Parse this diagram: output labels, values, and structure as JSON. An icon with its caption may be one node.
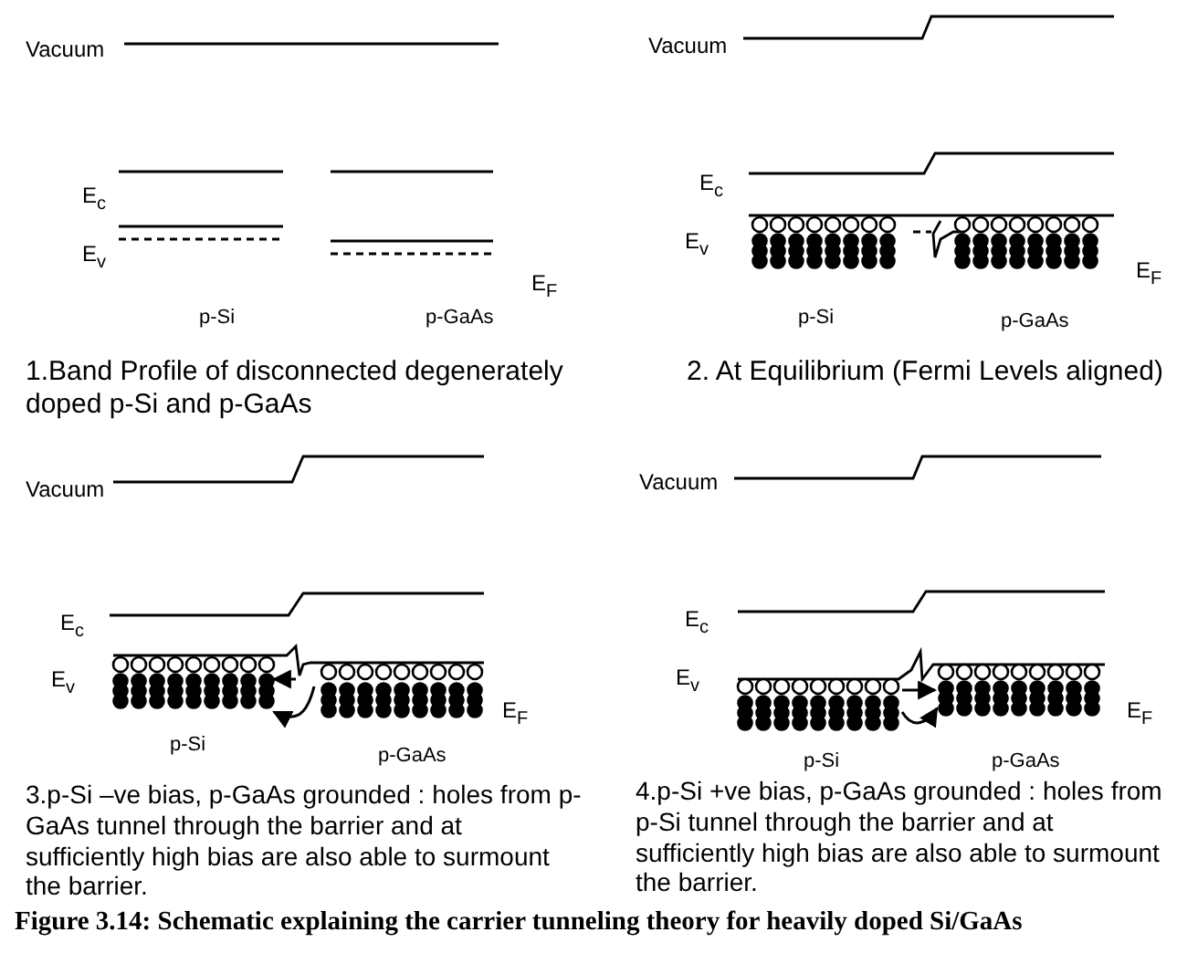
{
  "diagram": {
    "caption": "Figure 3.14: Schematic explaining the carrier tunneling theory for heavily doped Si/GaAs",
    "labels": [
      "Vacuum",
      "E$_{c}$",
      "E$_{v}$",
      "E$_{F}$",
      "p-Si",
      "p-GaAs",
      "1.Band Profile of disconnected degenerately doped  p-Si and p-GaAs",
      "Vacuum",
      "E$_{c}$",
      "E$_{v}$",
      "E$_{F}$",
      "p-Si",
      "p-GaAs",
      "2. At Equilibrium (Fermi Levels aligned)",
      "Vacuum",
      "E$_{c}$",
      "E$_{v}$",
      "E$_{F}$",
      "p-Si",
      "p-GaAs",
      "3.p-Si –ve bias, p-GaAs grounded : holes from p-GaAs  tunnel through the barrier and at sufficiently high bias are also able to surmount the barrier.",
      "Vacuum",
      "E$_{c}$",
      "E$_{v}$",
      "E$_{F}$",
      "p-Si",
      "p-GaAs",
      "4.p-Si +ve bias, p-GaAs grounded : holes from p-Si  tunnel through the barrier and at sufficiently high bias are also able to surmount the barrier."
    ]
  }
}
